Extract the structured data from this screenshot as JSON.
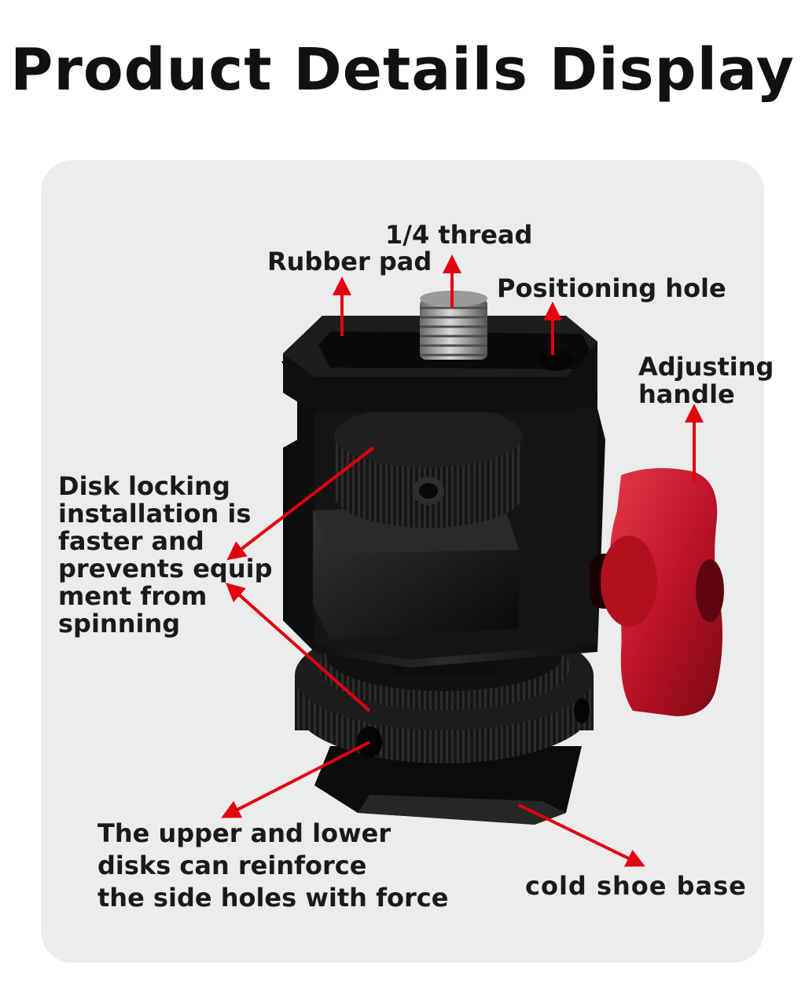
{
  "title": "Product Details Display",
  "labels": {
    "thread": "1/4 thread",
    "rubber_pad": "Rubber pad",
    "positioning_hole": "Positioning hole",
    "adjusting_handle_1": "Adjusting",
    "adjusting_handle_2": "handle",
    "disk_locking": [
      "Disk locking",
      "installation is",
      "faster and",
      "prevents equip",
      "ment from",
      "spinning"
    ],
    "side_holes": [
      "The upper and lower",
      "disks can reinforce",
      "the side holes with force"
    ],
    "cold_shoe": "cold shoe base"
  },
  "colors": {
    "arrow": "#e3000f",
    "body": "#141414",
    "handle": "#c8152a",
    "panel": "#ececec"
  }
}
